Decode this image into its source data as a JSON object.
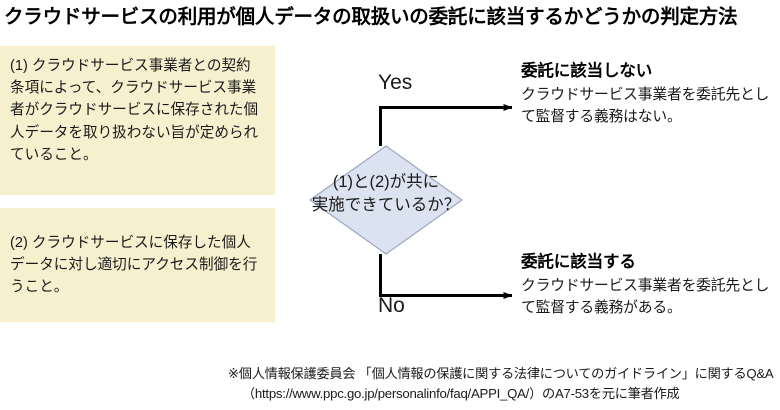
{
  "title": "クラウドサービスの利用が個人データの取扱いの委託に該当するかどうかの判定方法",
  "conditions": [
    {
      "id": "condition-1",
      "text": "(1) クラウドサービス事業者との契約条項によって、クラウドサービス事業者がクラウドサービスに保存された個人データを取り扱わない旨が定められていること。"
    },
    {
      "id": "condition-2",
      "text": "(2) クラウドサービスに保存した個人データに対し適切にアクセス制御を行うこと。"
    }
  ],
  "decision": {
    "label": "(1)と(2)が共に\n実施できているか？",
    "fill_color": "#dce3f0",
    "stroke_color": "#9aa7bf"
  },
  "branches": [
    {
      "id": "yes",
      "label": "Yes",
      "heading": "委託に該当しない",
      "body": "クラウドサービス事業者を委託先として監督する義務はない。"
    },
    {
      "id": "no",
      "label": "No",
      "heading": "委託に該当する",
      "body": "クラウドサービス事業者を委託先として監督する義務がある。"
    }
  ],
  "footnote": {
    "line1": "※個人情報保護委員会 「個人情報の保護に関する法律についてのガイドライン」に関するQ&A",
    "line2": "（https://www.ppc.go.jp/personalinfo/faq/APPI_QA/）のA7-53を元に筆者作成"
  },
  "colors": {
    "condition_box": "#f7f0cf",
    "diamond_fill": "#dce3f0",
    "line": "#000000",
    "text": "#1a1a1a"
  }
}
